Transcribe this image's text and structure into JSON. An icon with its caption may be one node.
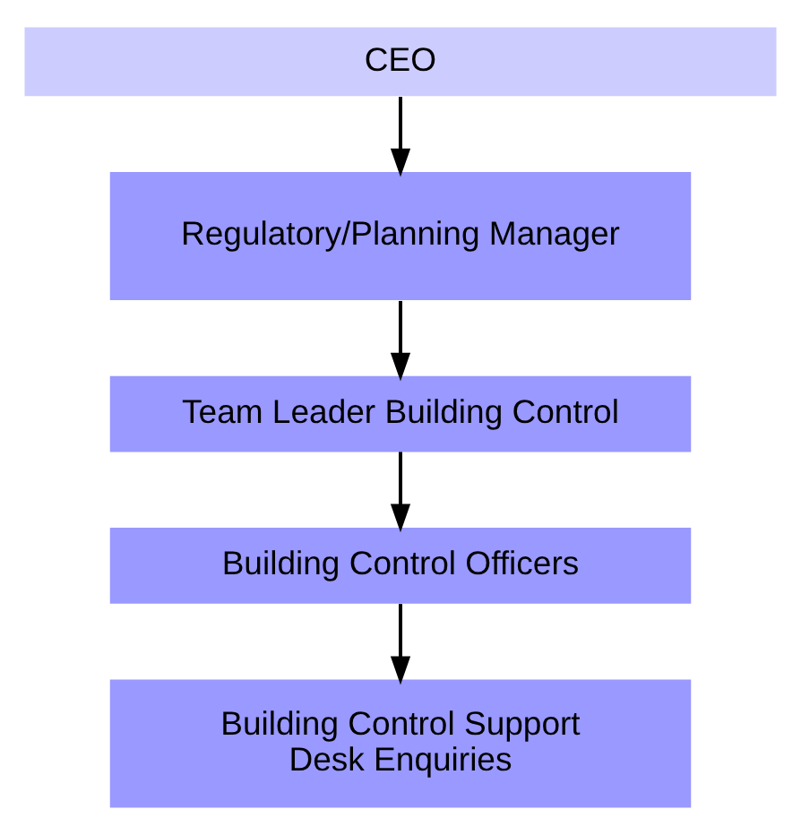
{
  "diagram": {
    "nodes": [
      {
        "text": [
          "CEO"
        ]
      },
      {
        "text": [
          "Regulatory/Planning Manager"
        ]
      },
      {
        "text": [
          "Team Leader Building Control"
        ]
      },
      {
        "text": [
          "Building Control Officers"
        ]
      },
      {
        "text": [
          "Building Control Support",
          "Desk Enquiries"
        ]
      }
    ],
    "edges": [
      {
        "from": 0,
        "to": 1,
        "arrow": "to"
      },
      {
        "from": 1,
        "to": 2,
        "arrow": "to"
      },
      {
        "from": 2,
        "to": 3,
        "arrow": "to"
      },
      {
        "from": 3,
        "to": 4,
        "arrow": "to"
      }
    ]
  }
}
